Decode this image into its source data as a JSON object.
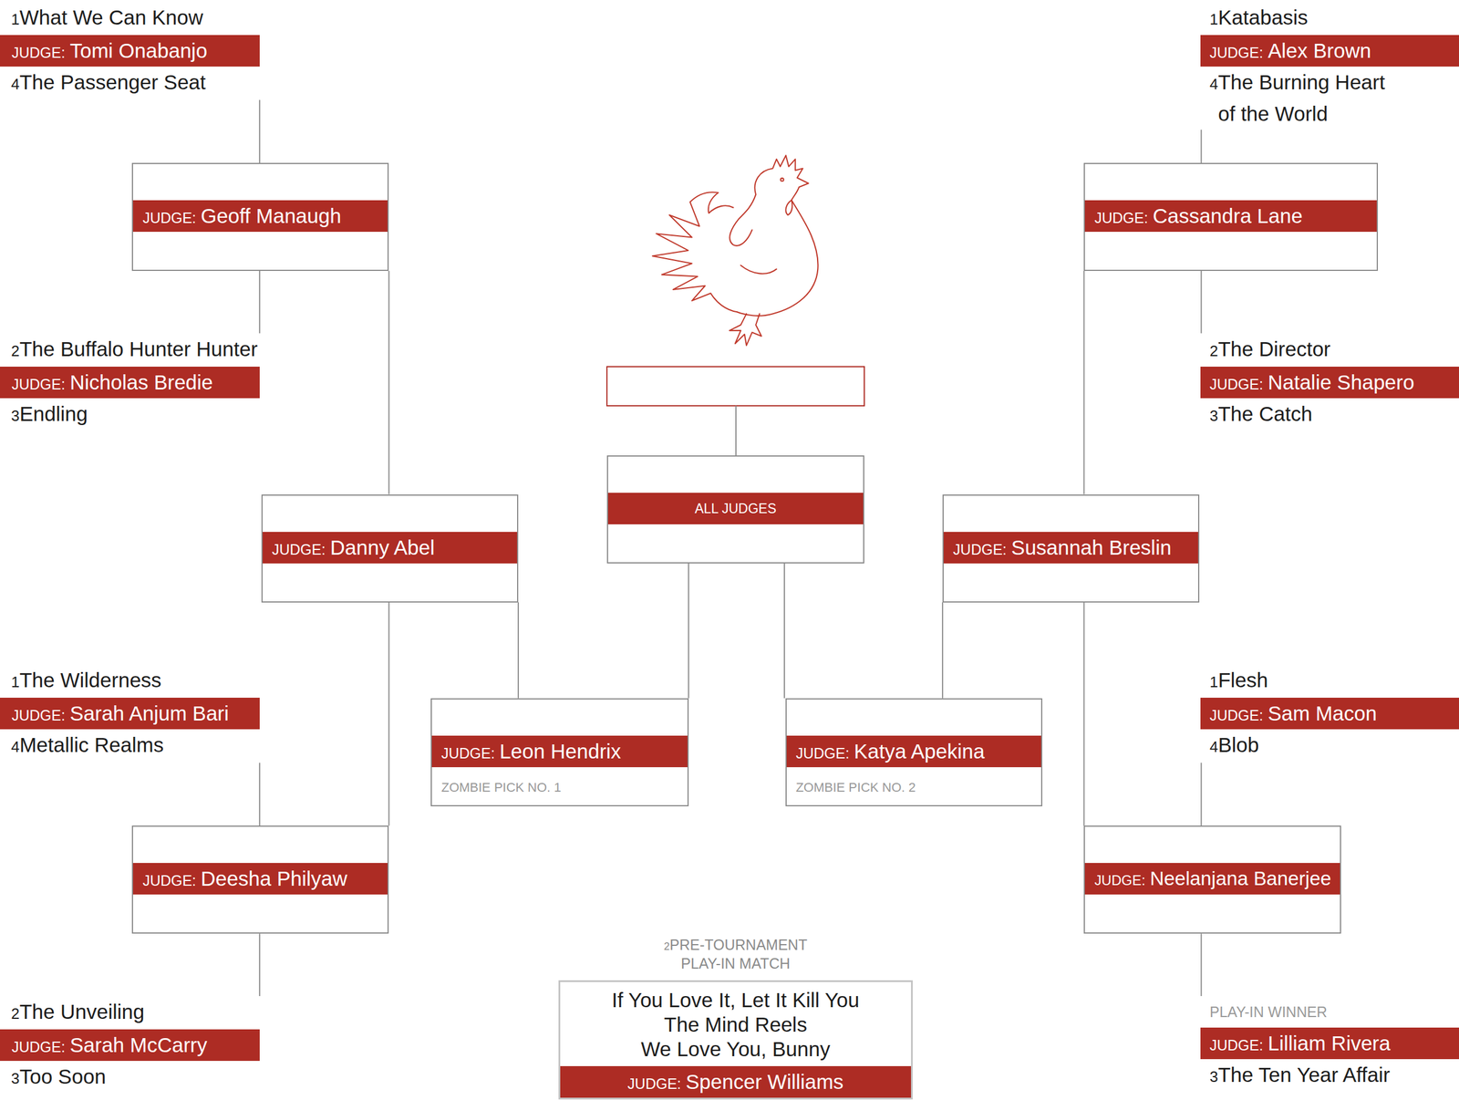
{
  "diagram": {
    "nodes": [
      {
        "text": [
          "1",
          "What We Can Know",
          "JUDGE:",
          "Tomi Onabanjo",
          "4",
          "The Passenger Seat"
        ]
      },
      {
        "text": [
          "1",
          "Katabasis",
          "JUDGE:",
          "Alex Brown",
          "4",
          "The Burning Heart of the World"
        ]
      },
      {
        "text": [
          "JUDGE:",
          "Geoff Manaugh"
        ]
      },
      {
        "text": [
          "JUDGE:",
          "Cassandra Lane"
        ]
      },
      {
        "text": [
          "2",
          "The Buffalo Hunter Hunter",
          "JUDGE:",
          "Nicholas Bredie",
          "3",
          "Endling"
        ]
      },
      {
        "text": [
          "2",
          "The Director",
          "JUDGE:",
          "Natalie Shapero",
          "3",
          "The Catch"
        ]
      },
      {
        "text": [
          "ALL JUDGES"
        ]
      },
      {
        "text": [
          "JUDGE:",
          "Danny Abel"
        ]
      },
      {
        "text": [
          "JUDGE:",
          "Susannah Breslin"
        ]
      },
      {
        "text": [
          "1",
          "The Wilderness",
          "JUDGE:",
          "Sarah Anjum Bari",
          "4",
          "Metallic Realms"
        ]
      },
      {
        "text": [
          "1",
          "Flesh",
          "JUDGE:",
          "Sam Macon",
          "4",
          "Blob"
        ]
      },
      {
        "text": [
          "JUDGE:",
          "Leon Hendrix",
          "ZOMBIE PICK NO. 1"
        ]
      },
      {
        "text": [
          "JUDGE:",
          "Katya Apekina",
          "ZOMBIE PICK NO. 2"
        ]
      },
      {
        "text": [
          "JUDGE:",
          "Deesha Philyaw"
        ]
      },
      {
        "text": [
          "JUDGE:",
          "Neelanjana Banerjee"
        ]
      },
      {
        "text": [
          "2",
          "The Unveiling",
          "JUDGE:",
          "Sarah McCarry",
          "3",
          "Too Soon"
        ]
      },
      {
        "text": [
          "2",
          "PRE-TOURNAMENT PLAY-IN MATCH",
          "If You Love It, Let It Kill You",
          "The Mind Reels",
          "We Love You, Bunny",
          "JUDGE:",
          "Spencer Williams"
        ]
      },
      {
        "text": [
          "PLAY-IN WINNER",
          "JUDGE:",
          "Lilliam Rivera",
          "3",
          "The Ten Year Affair"
        ]
      }
    ],
    "edges": [
      {
        "from": 0,
        "to": 2,
        "arrow": "none"
      },
      {
        "from": 4,
        "to": 2,
        "arrow": "none"
      },
      {
        "from": 2,
        "to": 7,
        "arrow": "none"
      },
      {
        "from": 13,
        "to": 7,
        "arrow": "none"
      },
      {
        "from": 9,
        "to": 13,
        "arrow": "none"
      },
      {
        "from": 15,
        "to": 13,
        "arrow": "none"
      },
      {
        "from": 7,
        "to": 11,
        "arrow": "none"
      },
      {
        "from": 11,
        "to": 6,
        "arrow": "none"
      },
      {
        "from": 1,
        "to": 3,
        "arrow": "none"
      },
      {
        "from": 5,
        "to": 3,
        "arrow": "none"
      },
      {
        "from": 3,
        "to": 8,
        "arrow": "none"
      },
      {
        "from": 14,
        "to": 8,
        "arrow": "none"
      },
      {
        "from": 10,
        "to": 14,
        "arrow": "none"
      },
      {
        "from": 17,
        "to": 14,
        "arrow": "none"
      },
      {
        "from": 8,
        "to": 12,
        "arrow": "none"
      },
      {
        "from": 12,
        "to": 6,
        "arrow": "none"
      }
    ]
  }
}
